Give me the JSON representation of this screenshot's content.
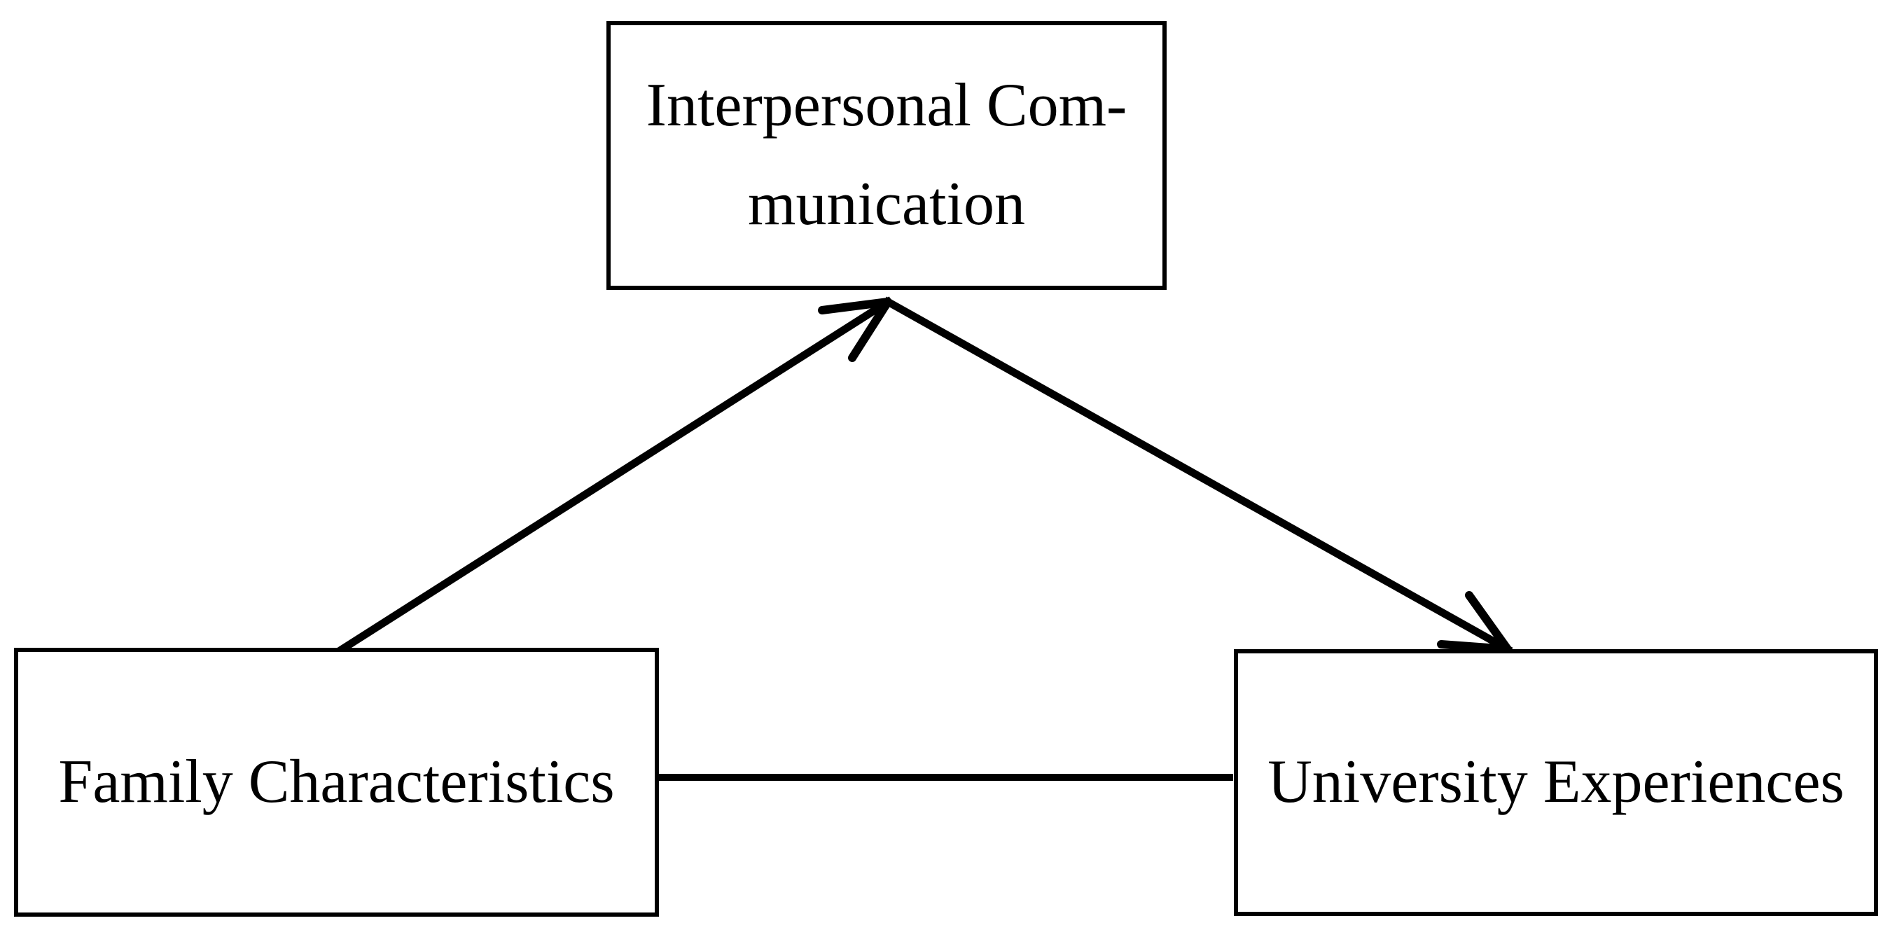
{
  "diagram": {
    "type": "mediation-path-model",
    "background_color": "#ffffff",
    "line_color": "#000000",
    "text_color": "#000000",
    "nodes": {
      "mediator": {
        "id": "interpersonal-communication",
        "label": "Interpersonal Communication",
        "lines": [
          "Interpersonal Com-",
          "munication"
        ]
      },
      "predictor": {
        "id": "family-characteristics",
        "label": "Family Characteristics"
      },
      "outcome": {
        "id": "university-experiences",
        "label": "University Experiences"
      }
    },
    "edges": [
      {
        "from": "Family Characteristics",
        "to": "Interpersonal Communication",
        "style": "arrow"
      },
      {
        "from": "Interpersonal Communication",
        "to": "University Experiences",
        "style": "arrow"
      },
      {
        "from": "Family Characteristics",
        "to": "University Experiences",
        "style": "line"
      }
    ]
  }
}
